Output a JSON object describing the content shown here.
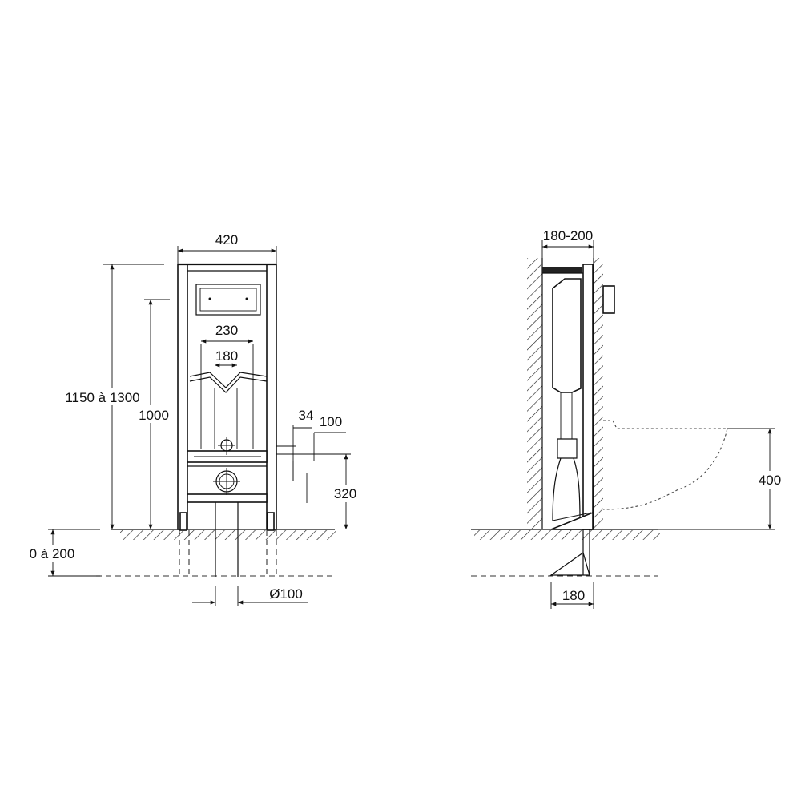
{
  "front_view": {
    "width_total": "420",
    "width_outer": "230",
    "width_inner": "180",
    "height_range": "1150 à 1300",
    "height_fixing": "1000",
    "offset_a": "34",
    "offset_b": "100",
    "height_drain": "320",
    "floor_range": "0 à 200",
    "drain_diameter": "Ø100"
  },
  "side_view": {
    "depth_range": "180-200",
    "bowl_height": "400",
    "foot_depth": "180"
  }
}
